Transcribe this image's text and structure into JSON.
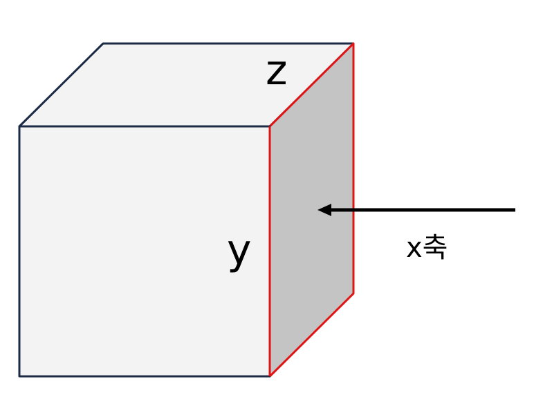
{
  "labels": {
    "z": "z",
    "y": "y",
    "x_axis": "x축"
  },
  "colors": {
    "face_fill": "#f3f3f4",
    "side_fill": "#c4c4c4",
    "outline": "#1b2a45",
    "highlight_edge": "#e01414",
    "arrow": "#000000"
  }
}
